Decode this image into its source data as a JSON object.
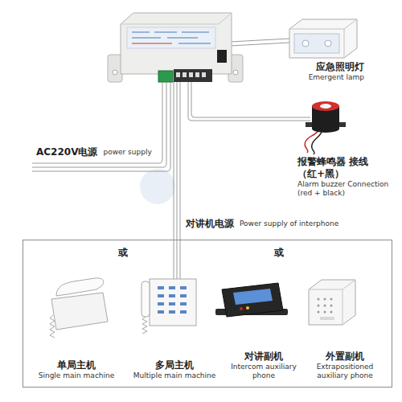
{
  "diagram": {
    "nodes": [
      {
        "text": [
          "应急照明灯",
          "Emergent lamp"
        ]
      },
      {
        "text": [
          "报警蜂鸣器 接线（红+黑）",
          "Alarm buzzer Connection (red + black)"
        ]
      },
      {
        "text": [
          "或",
          "或"
        ]
      },
      {
        "text": [
          "单局主机",
          "Single main machine"
        ],
        "in": 2
      },
      {
        "text": [
          "多局主机",
          "Multiple main machine"
        ],
        "in": 2
      },
      {
        "text": [
          "对讲副机",
          "Intercom auxiliary phone"
        ],
        "in": 2
      },
      {
        "text": [
          "外置副机",
          "Extrapositioned auxiliary phone"
        ],
        "in": 2
      }
    ],
    "labels": [
      "AC220V电源",
      "power supply",
      "对讲机电源",
      "Power supply of interphone"
    ]
  }
}
